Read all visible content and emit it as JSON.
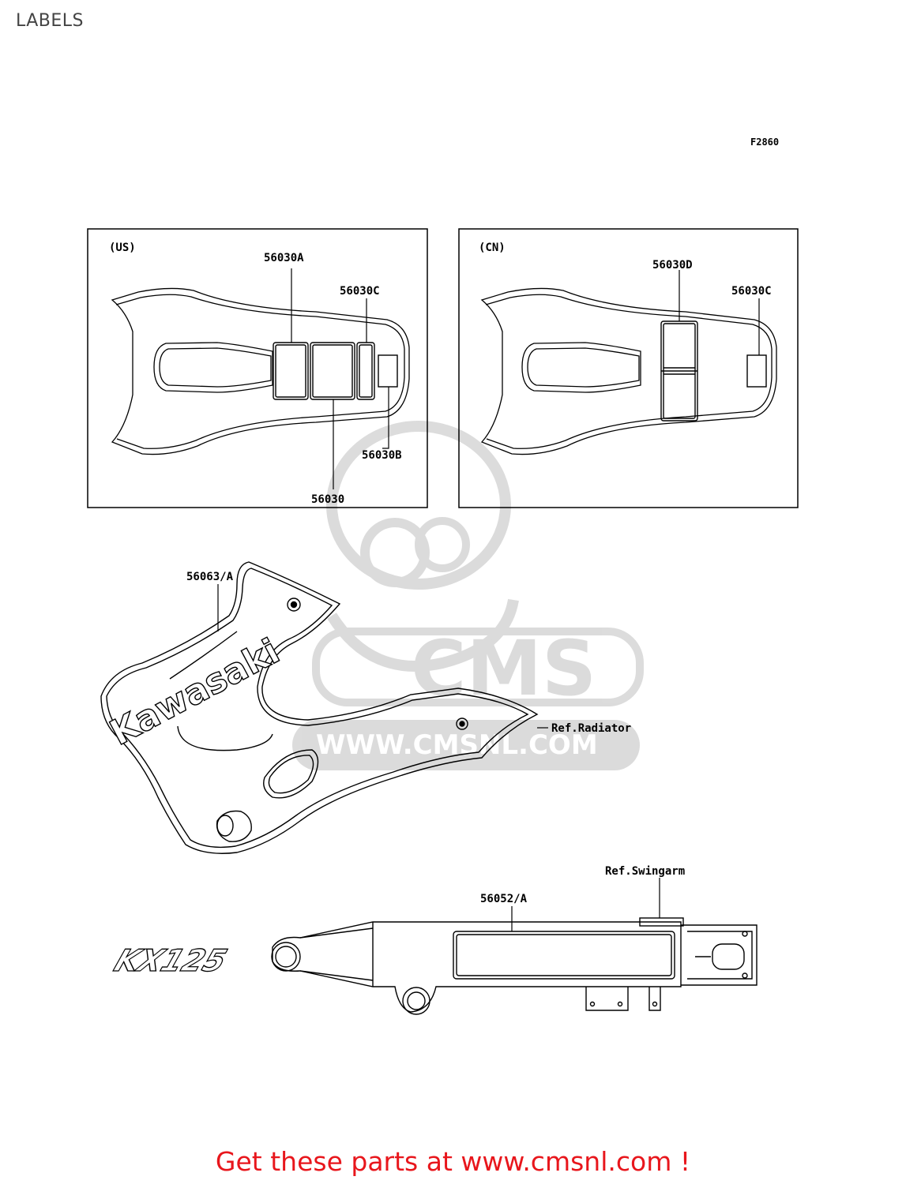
{
  "page_title": "LABELS",
  "figure_code": "F2860",
  "panels": {
    "us": {
      "region": "(US)",
      "callouts": [
        "56030A",
        "56030C",
        "56030B",
        "56030"
      ]
    },
    "cn": {
      "region": "(CN)",
      "callouts": [
        "56030D",
        "56030C"
      ]
    }
  },
  "shroud": {
    "part": "56063/A",
    "ref": "Ref.Radiator",
    "decal_text": "Kawasaki"
  },
  "swingarm": {
    "part": "56052/A",
    "ref": "Ref.Swingarm",
    "decal_text": "KX125"
  },
  "watermark": {
    "logo_text": "CMS",
    "url_text": "WWW.CMSNL.COM"
  },
  "footer": {
    "text": "Get these parts at www.cmsnl.com !"
  }
}
